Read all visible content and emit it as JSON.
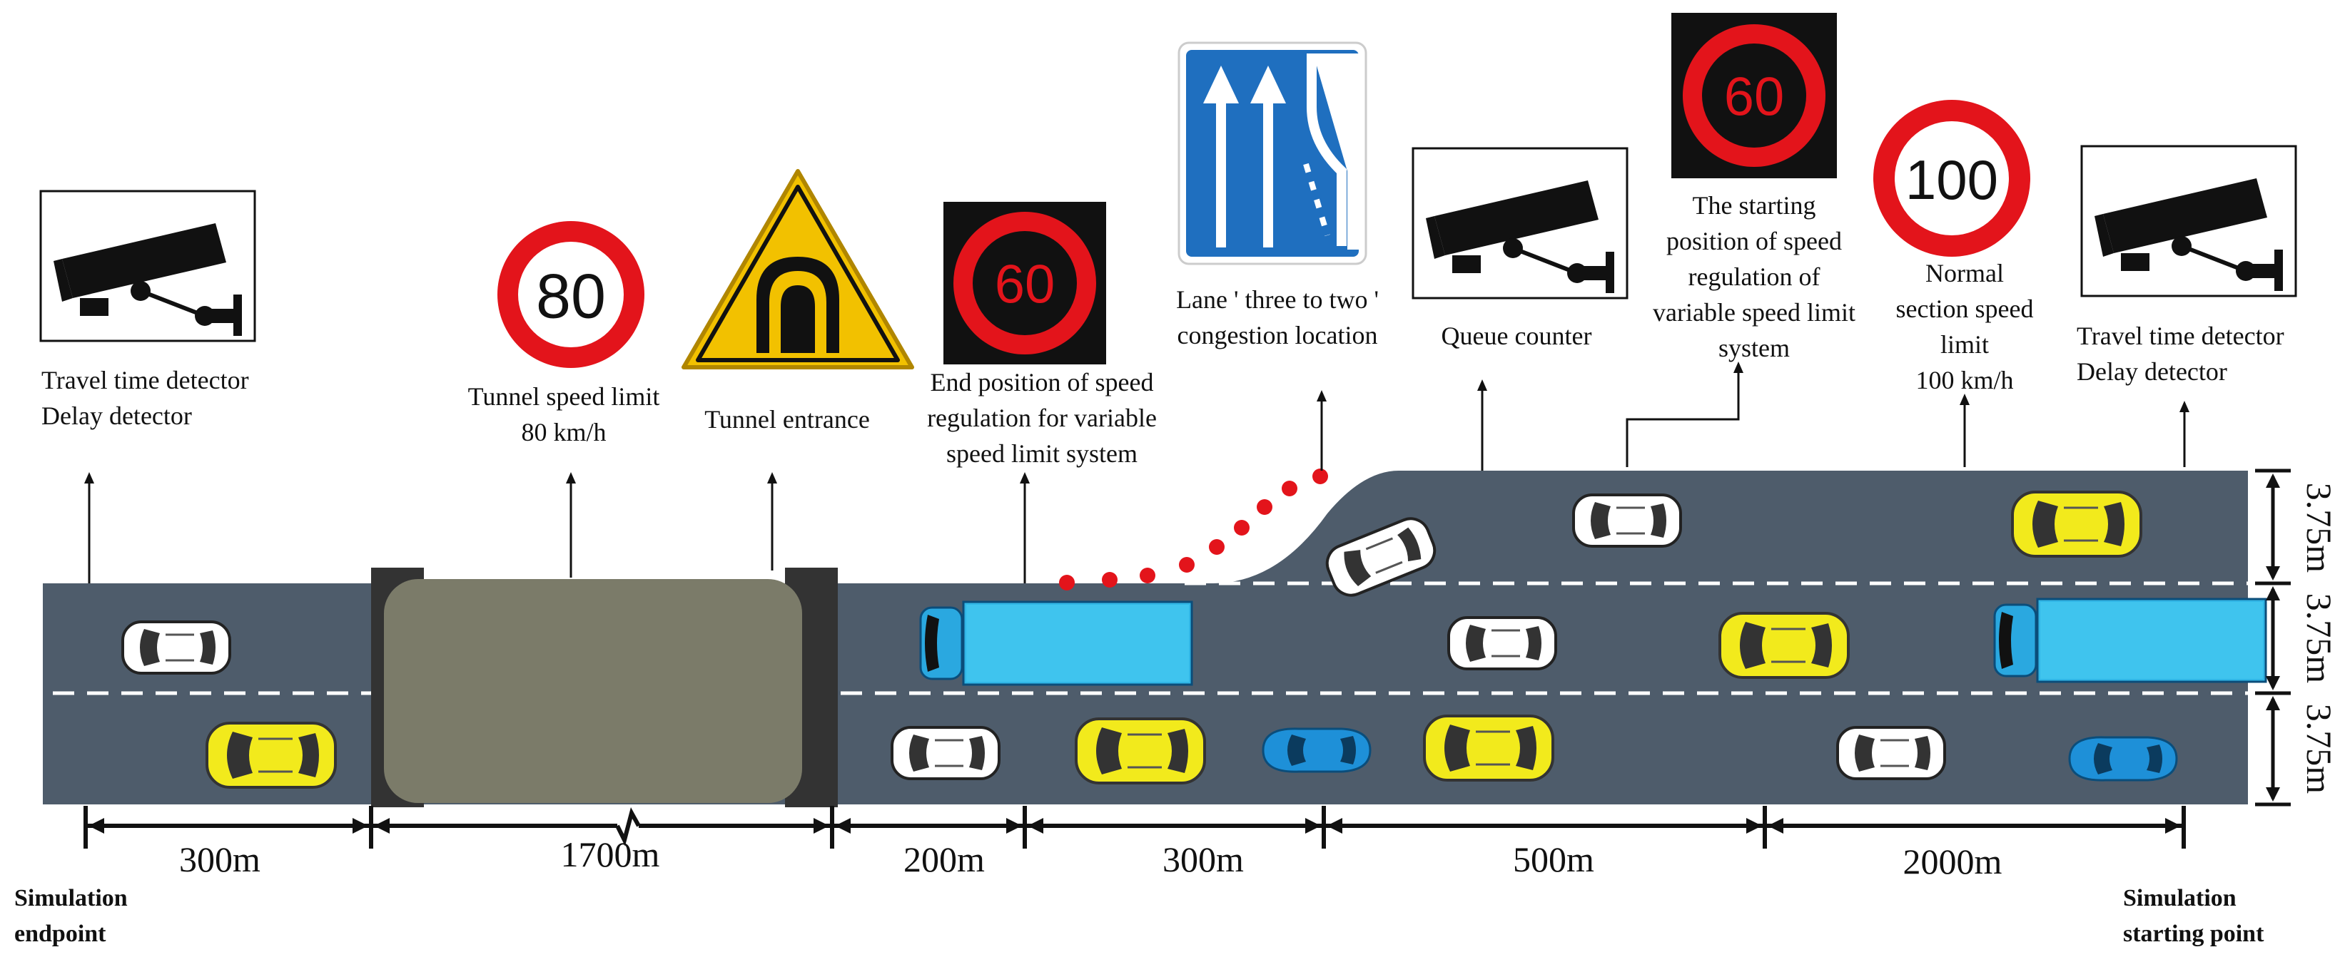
{
  "labels": {
    "travel_delay_left_1": "Travel time detector",
    "travel_delay_left_2": "Delay detector",
    "tunnel_speed_1": "Tunnel speed limit",
    "tunnel_speed_2": "80 km/h",
    "tunnel_entrance": "Tunnel entrance",
    "end_vsl_1": "End position of speed",
    "end_vsl_2": "regulation for variable",
    "end_vsl_3": "speed limit system",
    "lane_reduce_1": "Lane ' three to two '",
    "lane_reduce_2": "congestion location",
    "queue_counter": "Queue counter",
    "start_vsl_1": "The starting",
    "start_vsl_2": "position of speed",
    "start_vsl_3": "regulation of",
    "start_vsl_4": "variable speed limit",
    "start_vsl_5": "system",
    "normal_speed_1": "Normal",
    "normal_speed_2": "section speed",
    "normal_speed_3": "limit",
    "normal_speed_4": "100 km/h",
    "travel_delay_right_1": "Travel time detector",
    "travel_delay_right_2": "Delay detector",
    "sim_end_1": "Simulation",
    "sim_end_2": "endpoint",
    "sim_start_1": "Simulation",
    "sim_start_2": "starting point"
  },
  "signs": {
    "tunnel_limit": "80",
    "vsl_end": "60",
    "vsl_start": "60",
    "normal_limit": "100"
  },
  "distances": [
    "300m",
    "1700m",
    "200m",
    "300m",
    "500m",
    "2000m"
  ],
  "lane_widths": [
    "3.75m",
    "3.75m",
    "3.75m"
  ],
  "colors": {
    "road": "#4e5c6b",
    "tunnel": "#7b7b69",
    "red": "#e3141b",
    "yellow_sign": "#f2c100",
    "blue_sign": "#1f6fbf",
    "car_yellow": "#f2ea1c",
    "truck_blue": "#31b6e6",
    "car_blue": "#1e90d8"
  },
  "icons": [
    "camera-icon",
    "tunnel-warning-icon",
    "lane-reduction-sign-icon"
  ]
}
